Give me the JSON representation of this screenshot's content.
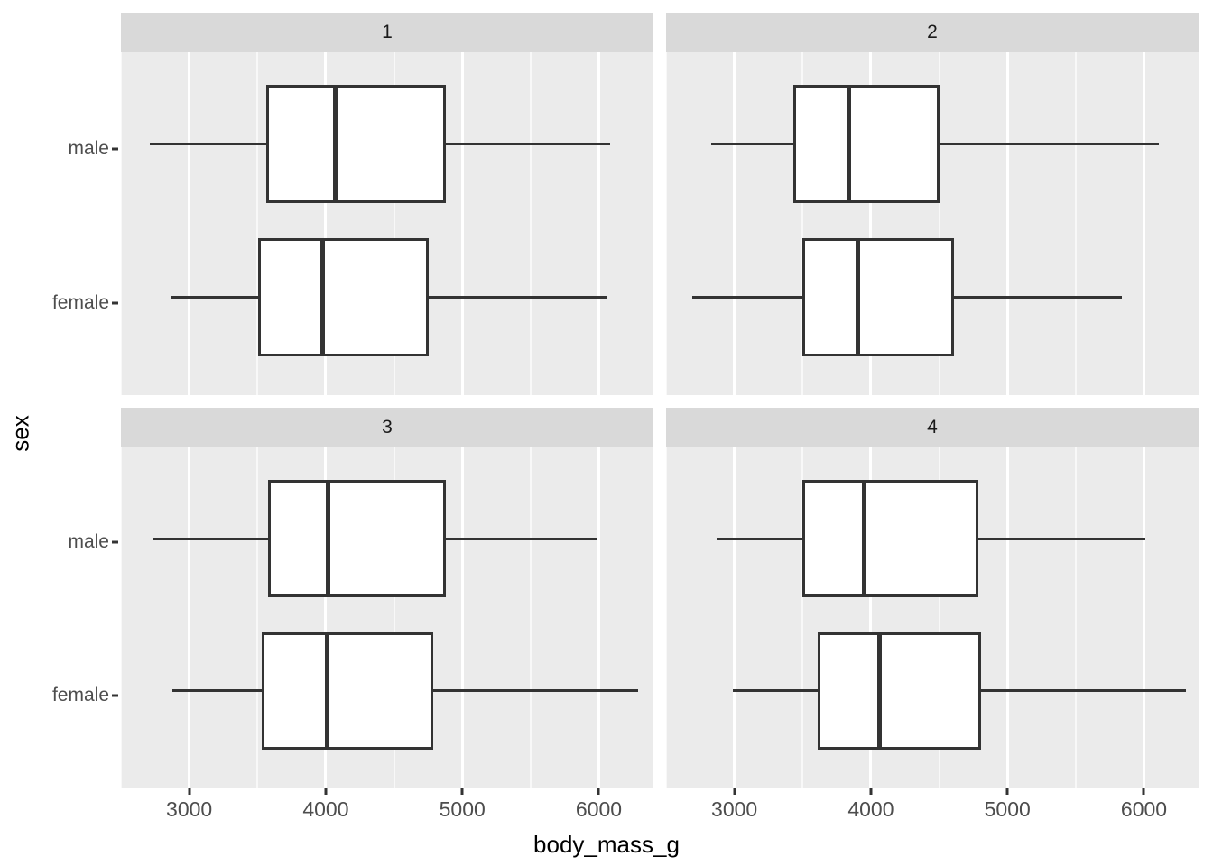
{
  "chart_data": {
    "type": "box",
    "title": "",
    "xlabel": "body_mass_g",
    "ylabel": "sex",
    "xlim": [
      2500,
      6400
    ],
    "x_ticks": [
      3000,
      4000,
      5000,
      6000
    ],
    "x_tick_labels": [
      "3000",
      "4000",
      "5000",
      "6000"
    ],
    "x_minor_ticks": [
      2500,
      3500,
      4500,
      5500,
      6500
    ],
    "y_categories": [
      "male",
      "female"
    ],
    "grid": "major+minor vertical, white on grey panel",
    "legend": "none",
    "facet_variable": "year_index",
    "facet_labels": [
      "1",
      "2",
      "3",
      "4"
    ],
    "facet_layout": "2x2",
    "panels": [
      {
        "label": "1",
        "boxes": [
          {
            "group": "male",
            "whisker_low": 2710,
            "q1": 3566,
            "median": 4072,
            "q3": 4881,
            "whisker_high": 6081
          },
          {
            "group": "female",
            "whisker_low": 2870,
            "q1": 3505,
            "median": 3975,
            "q3": 4755,
            "whisker_high": 6060
          }
        ]
      },
      {
        "label": "2",
        "boxes": [
          {
            "group": "male",
            "whisker_low": 2830,
            "q1": 3430,
            "median": 3840,
            "q3": 4500,
            "whisker_high": 6110
          },
          {
            "group": "female",
            "whisker_low": 2690,
            "q1": 3495,
            "median": 3905,
            "q3": 4610,
            "whisker_high": 5840
          }
        ]
      },
      {
        "label": "3",
        "boxes": [
          {
            "group": "male",
            "whisker_low": 2740,
            "q1": 3580,
            "median": 4020,
            "q3": 4880,
            "whisker_high": 5990
          },
          {
            "group": "female",
            "whisker_low": 2880,
            "q1": 3530,
            "median": 4010,
            "q3": 4790,
            "whisker_high": 6290
          }
        ]
      },
      {
        "label": "4",
        "boxes": [
          {
            "group": "male",
            "whisker_low": 2870,
            "q1": 3500,
            "median": 3950,
            "q3": 4790,
            "whisker_high": 6010
          },
          {
            "group": "female",
            "whisker_low": 2990,
            "q1": 3610,
            "median": 4060,
            "q3": 4810,
            "whisker_high": 6310
          }
        ]
      }
    ]
  },
  "axes": {
    "x_title": "body_mass_g",
    "y_title": "sex",
    "x_tick_labels": [
      "3000",
      "4000",
      "5000",
      "6000"
    ],
    "y_tick_labels": [
      "male",
      "female"
    ]
  },
  "facets": {
    "labels": [
      "1",
      "2",
      "3",
      "4"
    ]
  },
  "colors": {
    "panel_background": "#ebebeb",
    "strip_background": "#d9d9d9",
    "gridline": "#ffffff",
    "box_stroke": "#333333",
    "box_fill": "#ffffff",
    "tick_label": "#4d4d4d",
    "axis_title": "#000000",
    "page_background": "#ffffff"
  }
}
